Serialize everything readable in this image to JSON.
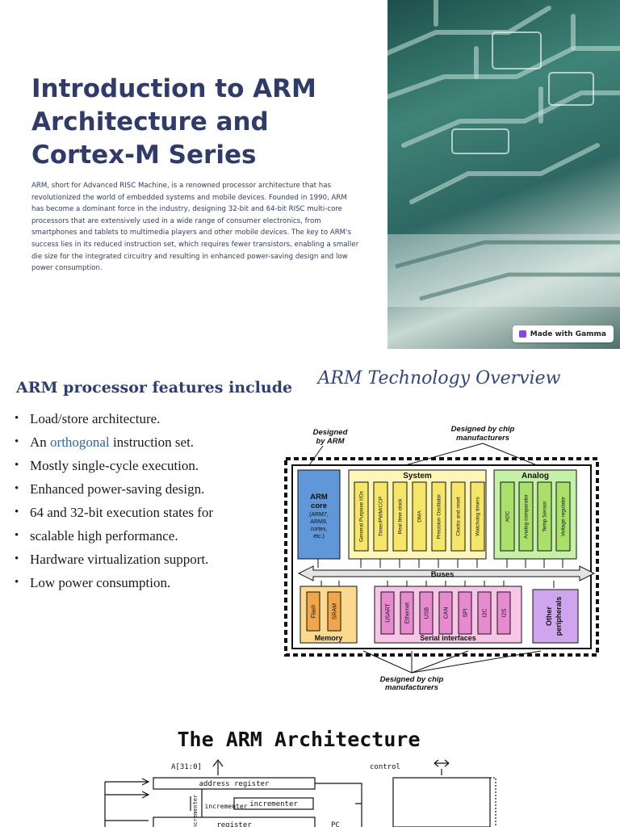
{
  "slide1": {
    "title": "Introduction to ARM Architecture and Cortex-M Series",
    "body": "ARM, short for Advanced RISC Machine, is a renowned processor architecture that has revolutionized the world of embedded systems and mobile devices. Founded in 1990, ARM has become a dominant force in the industry, designing 32-bit and 64-bit RISC multi-core processors that are extensively used in a wide range of consumer electronics, from smartphones and tablets to multimedia players and other mobile devices. The key to ARM's success lies in its reduced instruction set, which requires fewer transistors, enabling a smaller die size for the integrated circuitry and resulting in enhanced power-saving design and low power consumption.",
    "badge": "Made with Gamma"
  },
  "slide2": {
    "heading": "ARM processor features include",
    "features": [
      {
        "before": "Load/store architecture.",
        "link": "",
        "after": ""
      },
      {
        "before": "An ",
        "link": "orthogonal",
        "after": " instruction set."
      },
      {
        "before": "Mostly single-cycle execution.",
        "link": "",
        "after": ""
      },
      {
        "before": "Enhanced power-saving design.",
        "link": "",
        "after": ""
      },
      {
        "before": "64 and 32-bit execution states for",
        "link": "",
        "after": ""
      },
      {
        "before": "scalable high performance.",
        "link": "",
        "after": ""
      },
      {
        "before": "Hardware virtualization support.",
        "link": "",
        "after": ""
      },
      {
        "before": "Low power consumption.",
        "link": "",
        "after": ""
      }
    ],
    "bullet": "•",
    "diagram": {
      "title": "ARM Technology Overview",
      "designed_by_arm": [
        "Designed",
        "by ARM"
      ],
      "designed_by_chip_top": [
        "Designed by chip",
        "manufacturers"
      ],
      "designed_by_chip_bottom": [
        "Designed by chip",
        "manufacturers"
      ],
      "arm_core": [
        "ARM",
        "core"
      ],
      "arm_core_sub": [
        "(ARM7,",
        "ARM9,",
        "cortex,",
        "etc.)"
      ],
      "system_label": "System",
      "system_items": [
        "General Purpose I/Os",
        "Timer/PWM/CCP",
        "Real time clock",
        "DMA",
        "Precision Oscillator",
        "Clocks and reset",
        "Watchdog timers"
      ],
      "analog_label": "Analog",
      "analog_items": [
        "ADC",
        "Analog comparator",
        "Temp Sensor",
        "Voltage regulator"
      ],
      "buses_label": "Buses",
      "memory_label": "Memory",
      "memory_items": [
        "Flash",
        "SRAM"
      ],
      "serial_label": "Serial interfaces",
      "serial_items": [
        "USART",
        "Ethernet",
        "USB",
        "CAN",
        "SPI",
        "I2C",
        "I2S"
      ],
      "other_label": [
        "Other",
        "peripherals"
      ]
    }
  },
  "slide3": {
    "title": "The ARM Architecture",
    "addr_bus": "A[31:0]",
    "control": "control",
    "address_register": "address register",
    "incrementer": "incrementer",
    "pc_label": "PC",
    "inc_label": "incrementer",
    "register_bank": "register"
  }
}
